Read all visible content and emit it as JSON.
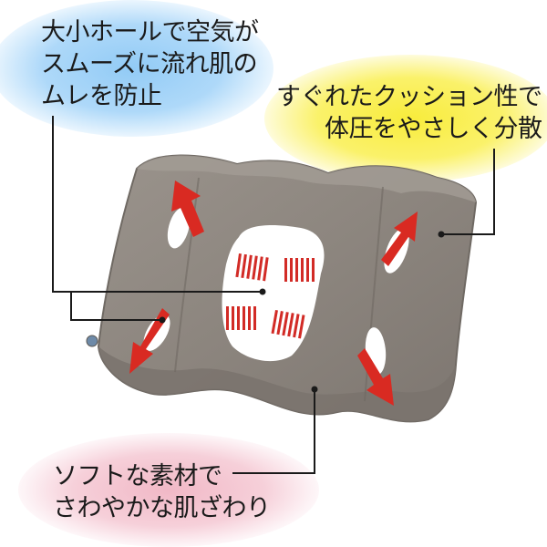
{
  "callouts": {
    "ventilation": {
      "lines": [
        "大小ホールで空気が",
        "スムーズに流れ肌の",
        "ムレを防止"
      ],
      "glow_color": "#9fd0f5"
    },
    "cushion": {
      "lines": [
        "すぐれたクッション性で",
        "体圧をやさしく分散"
      ],
      "glow_color": "#f7ea3c"
    },
    "soft": {
      "lines": [
        "ソフトな素材で",
        "さわやかな肌ざわり"
      ],
      "glow_color": "#f0b4c3"
    }
  },
  "product": {
    "name": "air-cushion",
    "body_color": "#8e8780",
    "arrow_color": "#d92a22",
    "leader_color": "#1a1a1a"
  }
}
